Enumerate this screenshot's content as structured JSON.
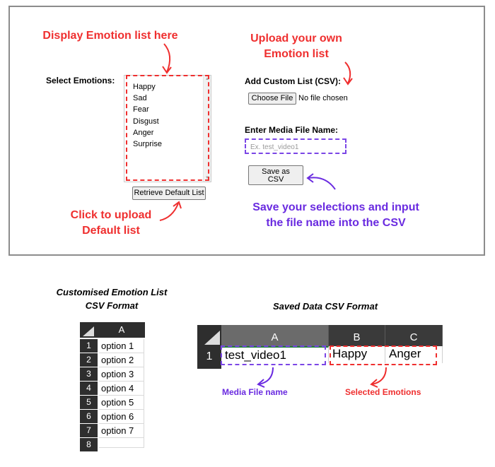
{
  "app": {
    "select_emotions_label": "Select Emotions:",
    "emotions": [
      "Happy",
      "Sad",
      "Fear",
      "Disgust",
      "Anger",
      "Surprise"
    ],
    "retrieve_button_label": "Retrieve Default List",
    "add_custom_label": "Add Custom List (CSV):",
    "choose_file_label": "Choose File",
    "file_status": "No file chosen",
    "media_label": "Enter Media File Name:",
    "media_placeholder": "Ex. test_video1",
    "save_button_line1": "Save as",
    "save_button_line2": "CSV"
  },
  "annotations": {
    "display_list_line1": "Display Emotion list here",
    "upload_own_line1": "Upload your own",
    "upload_own_line2": "Emotion list",
    "click_upload_line1": "Click to upload",
    "click_upload_line2": "Default list",
    "save_line1": "Save your selections and input",
    "save_line2": "the file name into the CSV",
    "media_file_name": "Media File name",
    "selected_emotions": "Selected Emotions"
  },
  "colors": {
    "annotation_red": "#ef2f2f",
    "annotation_purple": "#6a2be0"
  },
  "custom_sheet": {
    "caption_line1": "Customised Emotion List",
    "caption_line2": "CSV Format",
    "column_header": "A",
    "row_numbers": [
      "1",
      "2",
      "3",
      "4",
      "5",
      "6",
      "7",
      "8"
    ],
    "cells": [
      "option 1",
      "option 2",
      "option 3",
      "option 4",
      "option 5",
      "option 6",
      "option 7",
      ""
    ]
  },
  "saved_sheet": {
    "caption": "Saved Data CSV Format",
    "column_headers": [
      "A",
      "B",
      "C"
    ],
    "row_number": "1",
    "cells": [
      "test_video1",
      "Happy",
      "Anger"
    ]
  }
}
